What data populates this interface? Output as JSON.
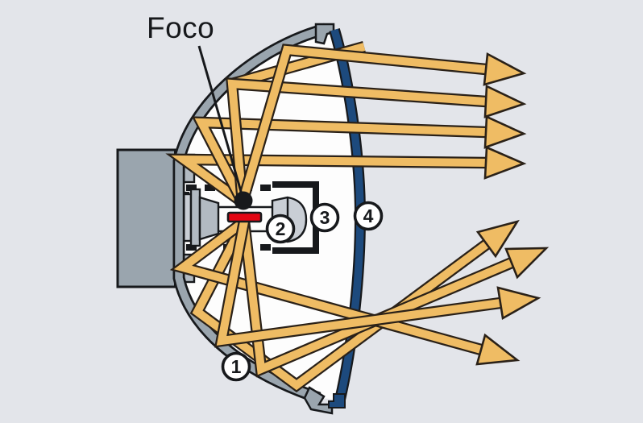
{
  "diagram": {
    "labels": {
      "focus": "Foco",
      "marker1": "1",
      "marker2": "2",
      "marker3": "3",
      "marker4": "4"
    },
    "parts": {
      "reflector": "parabolic-reflector",
      "bulb": "bulb-with-filament",
      "shield": "bulb-shield-bracket",
      "lens": "front-lens",
      "focus_point": "focal-point"
    }
  },
  "colors": {
    "background": "#e3e5ea",
    "interior_white": "#fdfdfd",
    "metal_gray": "#9aa5ae",
    "part_light": "#c9ced5",
    "part_mid": "#b2bac2",
    "lens_navy": "#1d4a7d",
    "ray_gold": "#efbc64",
    "ray_outline": "#2a2118",
    "filament_red": "#e30613",
    "ink": "#17191c"
  }
}
